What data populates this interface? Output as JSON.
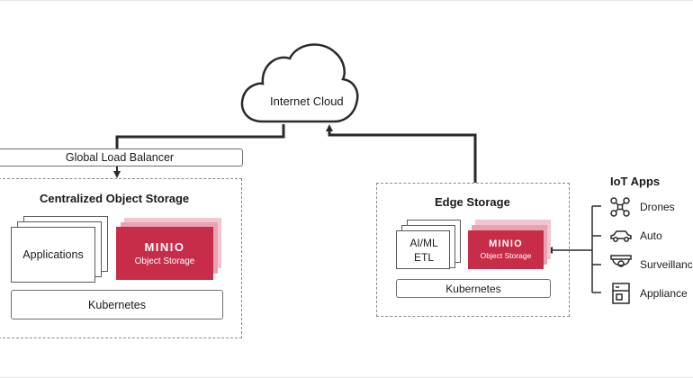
{
  "cloud": {
    "label": "Internet Cloud"
  },
  "load_balancer": {
    "label": "Global Load Balancer"
  },
  "central": {
    "title": "Centralized Object Storage",
    "apps_label": "Applications",
    "minio_logo": "MINIO",
    "minio_sub": "Object Storage",
    "platform": "Kubernetes"
  },
  "edge": {
    "title": "Edge Storage",
    "workload_line1": "AI/ML",
    "workload_line2": "ETL",
    "minio_logo": "MINIO",
    "minio_sub": "Object Storage",
    "platform": "Kubernetes"
  },
  "iot": {
    "title": "IoT Apps",
    "items": [
      {
        "label": "Drones",
        "icon": "drone-icon"
      },
      {
        "label": "Auto",
        "icon": "car-icon"
      },
      {
        "label": "Surveillance",
        "icon": "camera-icon"
      },
      {
        "label": "Appliance",
        "icon": "appliance-icon"
      }
    ]
  },
  "colors": {
    "minio_red": "#c72c48",
    "minio_pink": "#e8a3b2",
    "minio_pink_light": "#f2c6d0",
    "line": "#2a2a2a"
  }
}
